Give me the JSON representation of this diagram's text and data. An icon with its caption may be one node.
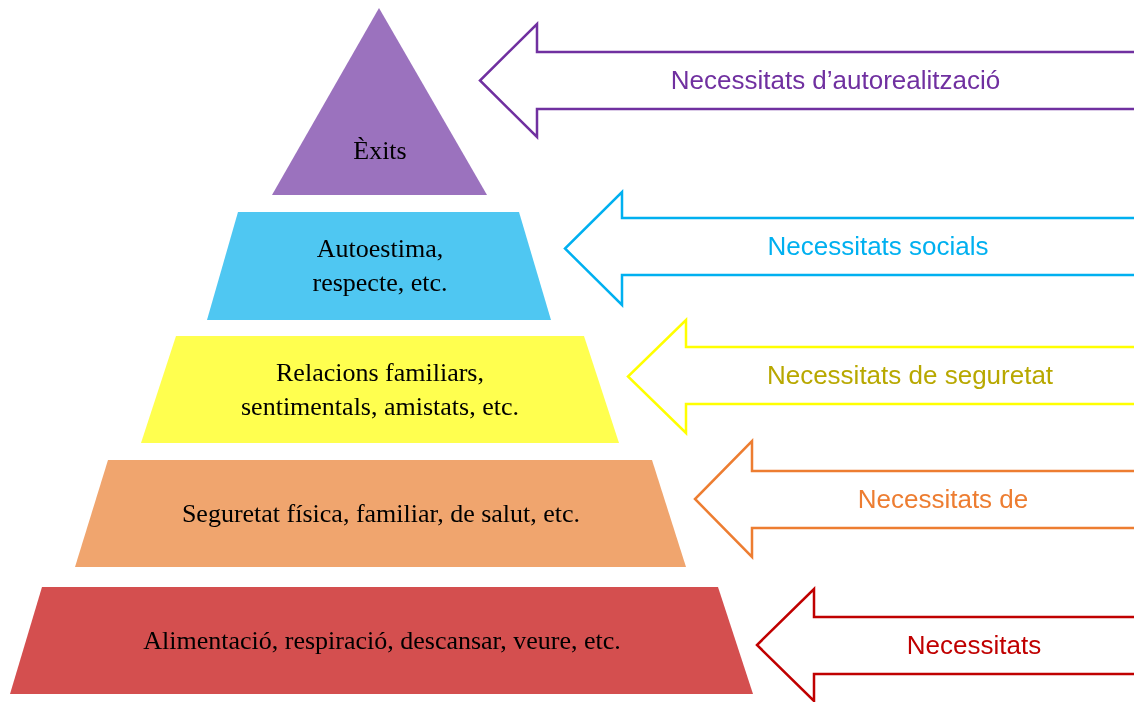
{
  "diagram": {
    "nodes": [
      {
        "text": [
          "Èxits"
        ]
      },
      {
        "text": [
          "Autoestima, respecte, etc."
        ]
      },
      {
        "text": [
          "Relacions familiars, sentimentals, amistats, etc."
        ]
      },
      {
        "text": [
          "Seguretat física, familiar, de salut, etc."
        ]
      },
      {
        "text": [
          "Alimentació, respiració, descansar, veure, etc."
        ]
      },
      {
        "text": [
          "Necessitats d’autorealització"
        ]
      },
      {
        "text": [
          "Necessitats socials"
        ]
      },
      {
        "text": [
          "Necessitats de seguretat"
        ]
      },
      {
        "text": [
          "Necessitats de"
        ]
      },
      {
        "text": [
          "Necessitats"
        ]
      }
    ]
  }
}
